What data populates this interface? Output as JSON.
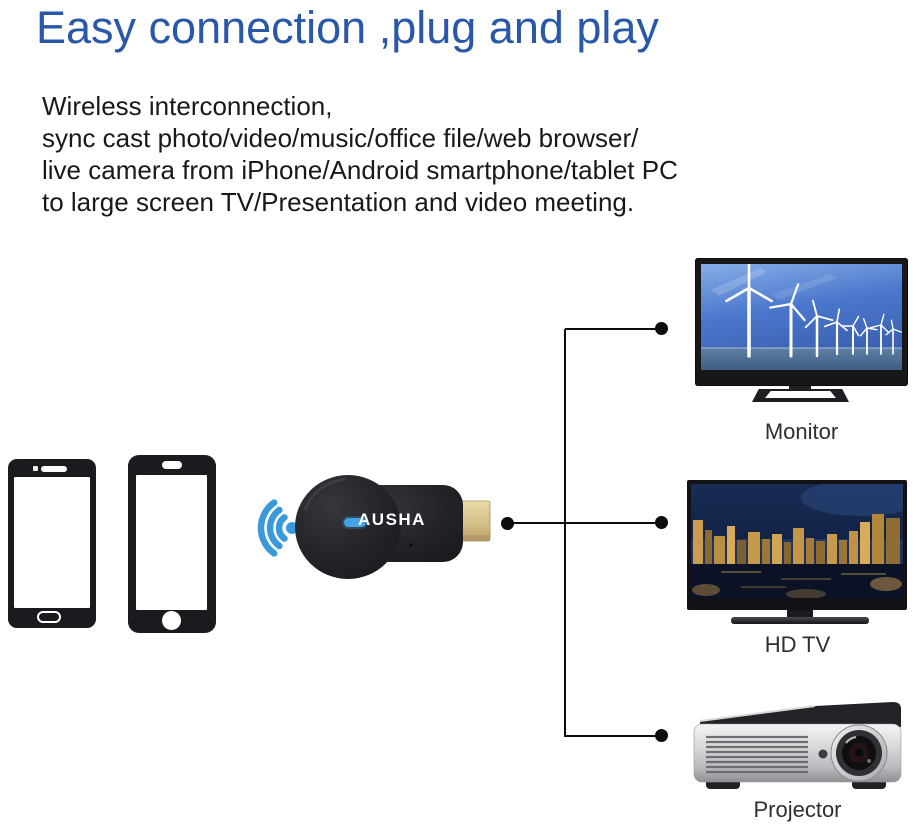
{
  "page": {
    "title": "Easy connection ,plug and play"
  },
  "description": {
    "lines": [
      "Wireless interconnection,",
      "sync cast photo/video/music/office file/web browser/",
      "live camera from iPhone/Android smartphone/tablet PC",
      "to large screen TV/Presentation and video meeting."
    ]
  },
  "dongle": {
    "brand": "AUSHA",
    "type": "wireless HDMI display dongle"
  },
  "devices": {
    "sources": [
      "Android smartphone",
      "iPhone smartphone"
    ],
    "monitor": {
      "label": "Monitor",
      "screen_image": "wind-turbines-on-blue-sky"
    },
    "hdtv": {
      "label": "HD TV",
      "screen_image": "night-city-skyline"
    },
    "projector": {
      "label": "Projector"
    }
  },
  "icons": {
    "wifi": "wifi-signal-icon",
    "led": "led-indicator",
    "hdmi": "hdmi-connector"
  },
  "colors": {
    "title_text": "#2a58a8",
    "body_text": "#191919",
    "wifi_signal": "#3a9ad9",
    "dongle_body": "#202024",
    "hdmi_gold": "#d9c48d",
    "led_indicator": "#42a4e4",
    "connection_lines": "#0d0d0d",
    "device_labels": "#2e2e2e"
  }
}
